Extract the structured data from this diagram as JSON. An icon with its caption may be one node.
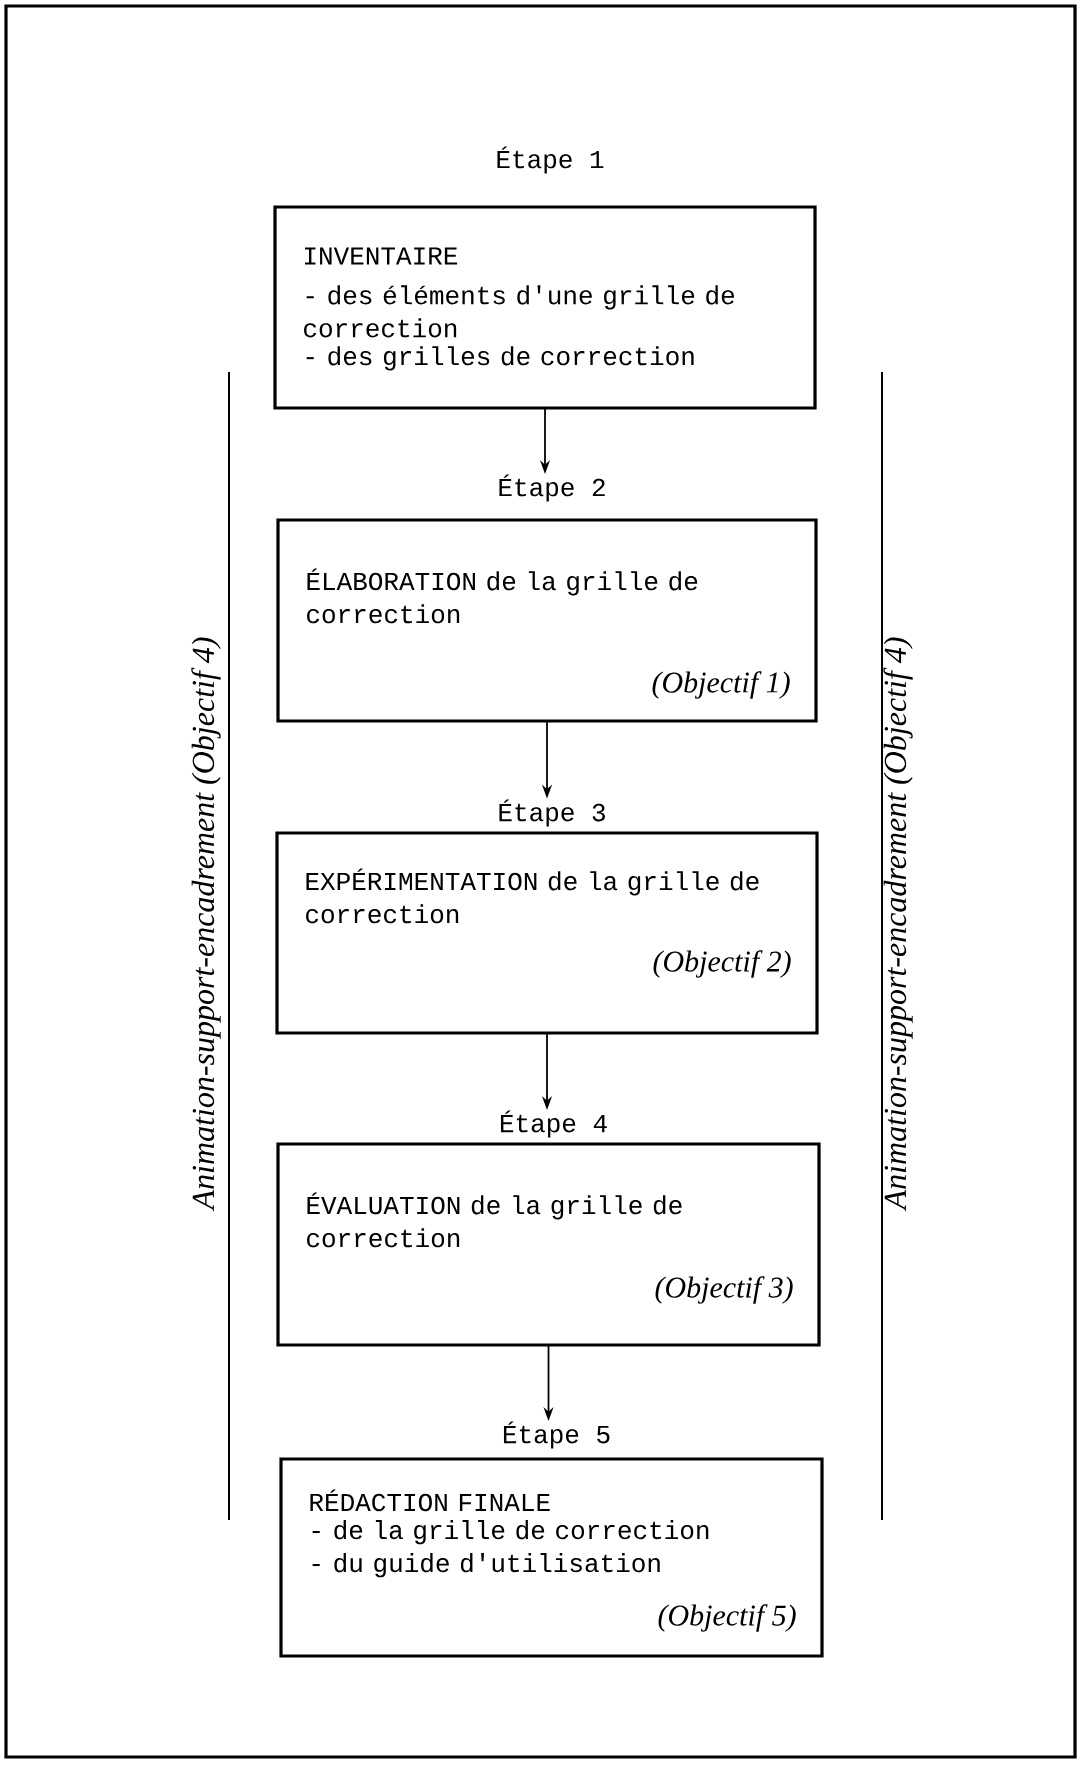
{
  "diagram": {
    "nodes": [
      {
        "text": [
          "Étape 1",
          "INVENTAIRE",
          "- des éléments d'une grille de correction",
          "- des grilles de correction"
        ]
      },
      {
        "text": [
          "Étape 2",
          "ÉLABORATION de la grille de correction",
          "(Objectif 1)"
        ]
      },
      {
        "text": [
          "Étape 3",
          "EXPÉRIMENTATION de la grille de correction",
          "(Objectif 2)"
        ]
      },
      {
        "text": [
          "Étape 4",
          "ÉVALUATION de la grille de correction",
          "(Objectif 3)"
        ]
      },
      {
        "text": [
          "Étape 5",
          "RÉDACTION FINALE",
          "- de la grille de correction",
          "- du guide d'utilisation",
          "(Objectif 5)"
        ]
      }
    ],
    "edges": [
      {
        "from": 0,
        "to": 1,
        "arrow": "to"
      },
      {
        "from": 1,
        "to": 2,
        "arrow": "to"
      },
      {
        "from": 2,
        "to": 3,
        "arrow": "to"
      },
      {
        "from": 3,
        "to": 4,
        "arrow": "to"
      }
    ],
    "labels": [
      "Animation-support-encadrement (Objectif 4)",
      "Animation-support-encadrement (Objectif 4)"
    ]
  }
}
